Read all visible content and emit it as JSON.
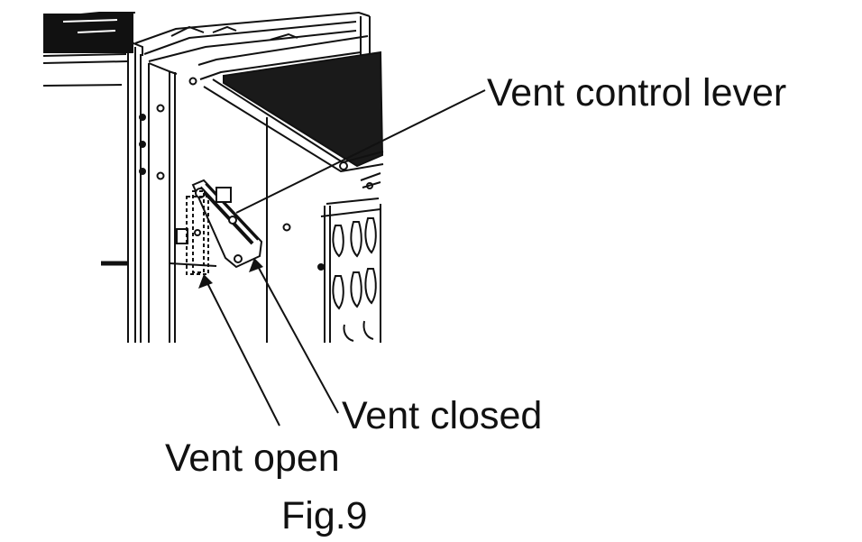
{
  "labels": {
    "vent_control_lever": "Vent control lever",
    "vent_closed": "Vent closed",
    "vent_open": "Vent open"
  },
  "caption": "Fig.9",
  "colors": {
    "ink": "#111111",
    "panel_dark": "#1a1a1a",
    "background": "#ffffff"
  },
  "icons": {
    "top_left_element": "cooktop-edge-icon"
  }
}
